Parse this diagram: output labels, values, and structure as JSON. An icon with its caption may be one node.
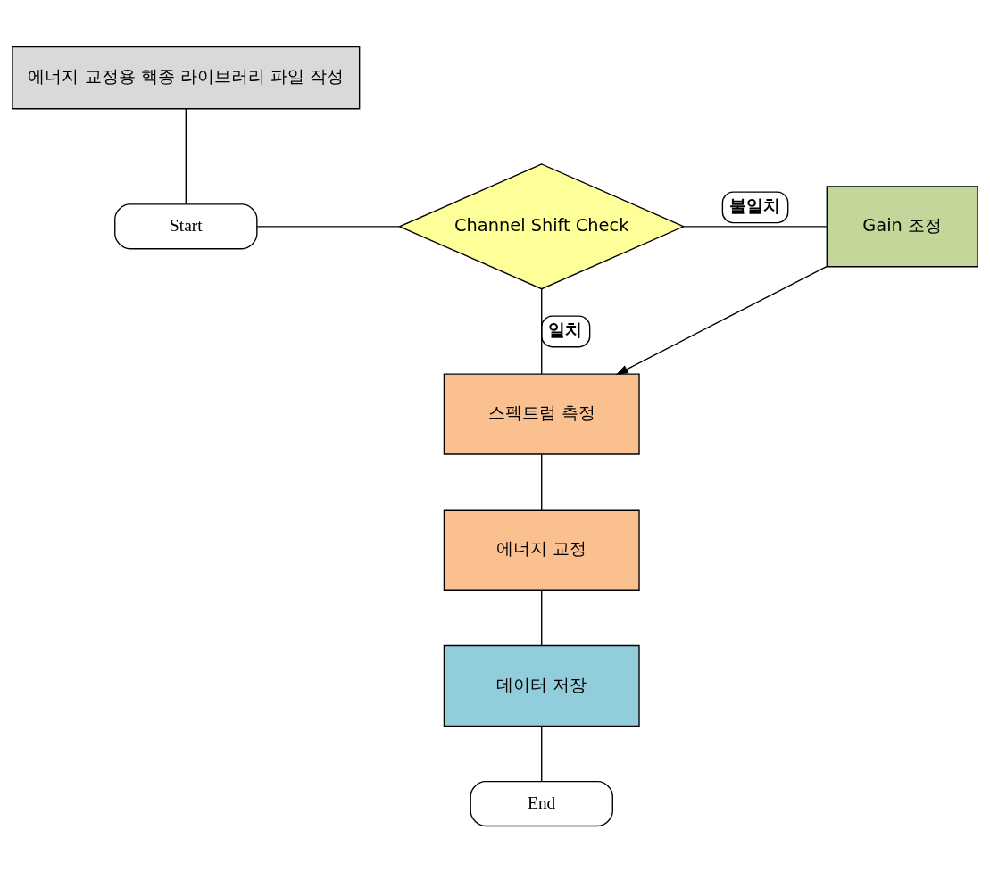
{
  "diagram": {
    "nodes": [
      {
        "text": [
          "에너지 교정용 핵종 라이브러리 파일 작성"
        ]
      },
      {
        "text": [
          "Start"
        ]
      },
      {
        "text": [
          "Channel Shift Check"
        ]
      },
      {
        "text": [
          "Gain 조정"
        ]
      },
      {
        "text": [
          "스펙트럼 측정"
        ]
      },
      {
        "text": [
          "에너지 교정"
        ]
      },
      {
        "text": [
          "데이터 저장"
        ]
      },
      {
        "text": [
          "End"
        ]
      }
    ],
    "edges": [
      {
        "from": 0,
        "to": 1,
        "arrow": "none"
      },
      {
        "from": 1,
        "to": 2,
        "arrow": "none"
      },
      {
        "from": 2,
        "to": 3,
        "arrow": "none",
        "label": "불일치"
      },
      {
        "from": 2,
        "to": 4,
        "arrow": "none",
        "label": "일치"
      },
      {
        "from": 3,
        "to": 4,
        "arrow": "to"
      },
      {
        "from": 4,
        "to": 5,
        "arrow": "none"
      },
      {
        "from": 5,
        "to": 6,
        "arrow": "none"
      },
      {
        "from": 6,
        "to": 7,
        "arrow": "none"
      }
    ]
  }
}
